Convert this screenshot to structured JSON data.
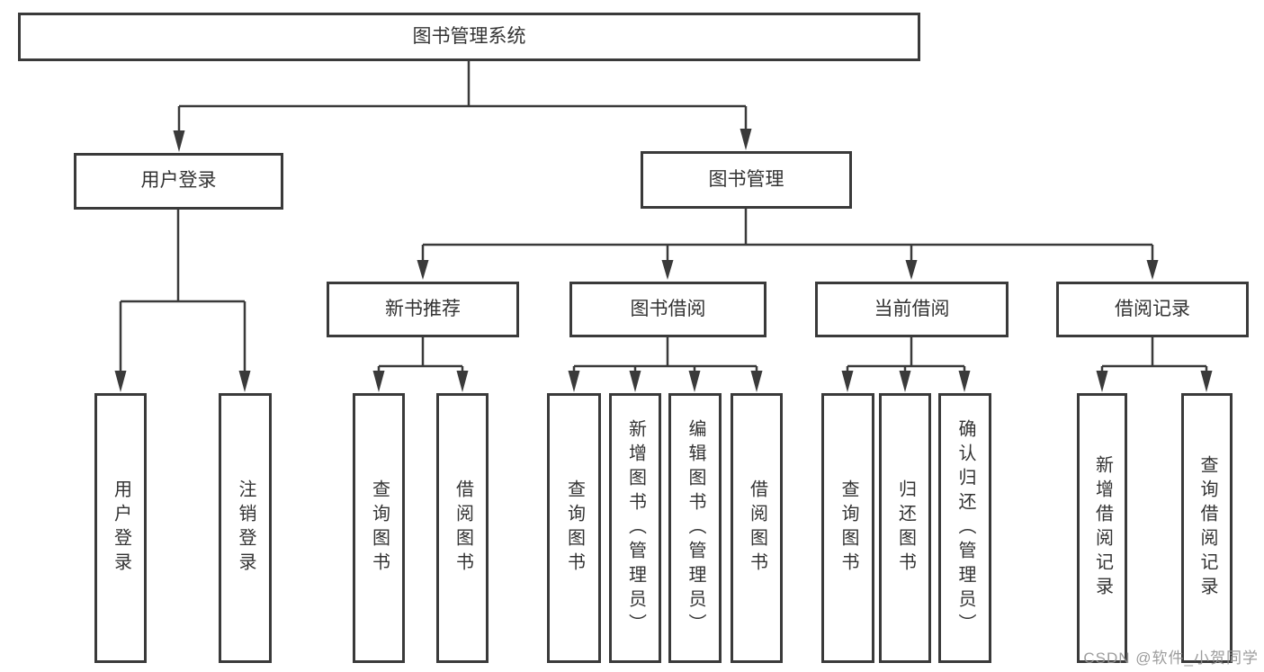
{
  "diagram": {
    "root": {
      "label": "图书管理系统"
    },
    "branches": [
      {
        "label": "用户登录",
        "children": [
          {
            "label": "用户登录"
          },
          {
            "label": "注销登录"
          }
        ]
      },
      {
        "label": "图书管理",
        "children": [
          {
            "label": "新书推荐",
            "children": [
              {
                "label": "查询图书"
              },
              {
                "label": "借阅图书"
              }
            ]
          },
          {
            "label": "图书借阅",
            "children": [
              {
                "label": "查询图书"
              },
              {
                "label": "新增图书（管理员）"
              },
              {
                "label": "编辑图书（管理员）"
              },
              {
                "label": "借阅图书"
              }
            ]
          },
          {
            "label": "当前借阅",
            "children": [
              {
                "label": "查询图书"
              },
              {
                "label": "归还图书"
              },
              {
                "label": "确认归还（管理员）"
              }
            ]
          },
          {
            "label": "借阅记录",
            "children": [
              {
                "label": "新增借阅记录"
              },
              {
                "label": "查询借阅记录"
              }
            ]
          }
        ]
      }
    ]
  },
  "watermark": "CSDN @软件_小贺同学",
  "colors": {
    "line": "#3a3a3a",
    "text": "#333333",
    "watermark": "#949494",
    "background": "#ffffff"
  }
}
